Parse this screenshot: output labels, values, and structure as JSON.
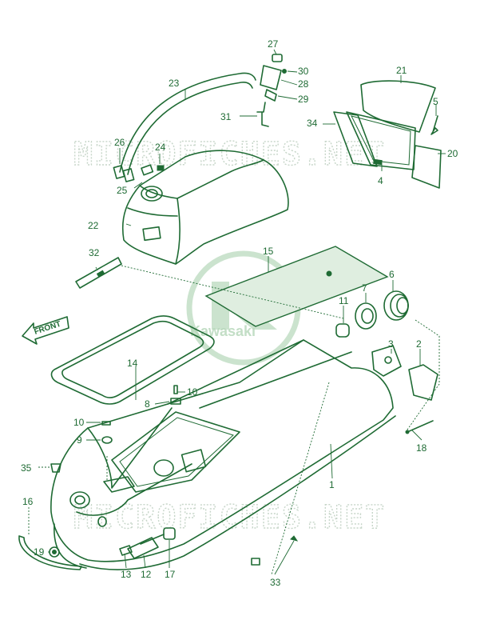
{
  "watermark": {
    "text_top": "MICROFICHES.NET",
    "text_bottom": "MICROFICHES.NET",
    "logo_text": "Kawasaki"
  },
  "front_label": "FRONT",
  "callouts": {
    "c1": "1",
    "c2": "2",
    "c3": "3",
    "c4": "4",
    "c5": "5",
    "c6": "6",
    "c7": "7",
    "c8": "8",
    "c9": "9",
    "c10a": "10",
    "c10b": "10",
    "c11": "11",
    "c12": "12",
    "c13": "13",
    "c14": "14",
    "c15": "15",
    "c16": "16",
    "c17": "17",
    "c18": "18",
    "c19": "19",
    "c20": "20",
    "c21": "21",
    "c22": "22",
    "c23": "23",
    "c24": "24",
    "c25": "25",
    "c26": "26",
    "c27": "27",
    "c28": "28",
    "c29": "29",
    "c30": "30",
    "c31": "31",
    "c32": "32",
    "c33": "33",
    "c34": "34",
    "c35": "35"
  },
  "colors": {
    "line": "#1f6b34",
    "watermark": "#c7d6c9",
    "logo": "#b9d9bd"
  }
}
